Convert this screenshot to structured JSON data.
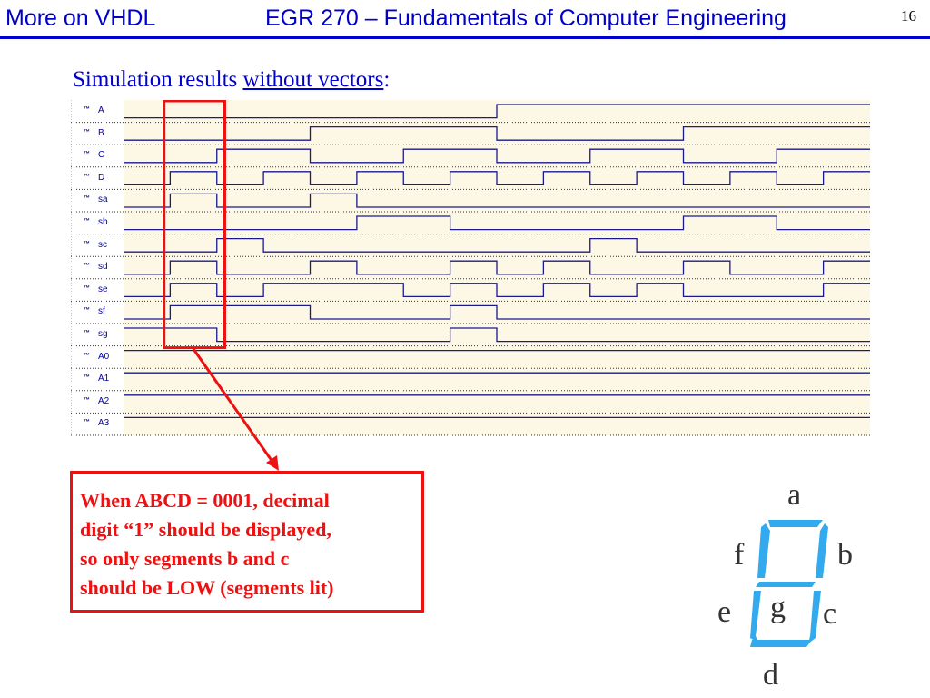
{
  "header": {
    "left_title": "More on VHDL",
    "center_title": "EGR 270 – Fundamentals of Computer Engineering",
    "page_number": "16"
  },
  "subtitle": {
    "prefix": "Simulation results ",
    "underlined": "without vectors",
    "suffix": ":"
  },
  "waveform": {
    "icon_glyph": "™",
    "signals": [
      {
        "name": "A",
        "bits": [
          0,
          0,
          0,
          0,
          0,
          0,
          0,
          0,
          1,
          1,
          1,
          1,
          1,
          1,
          1,
          1
        ]
      },
      {
        "name": "B",
        "bits": [
          0,
          0,
          0,
          0,
          1,
          1,
          1,
          1,
          0,
          0,
          0,
          0,
          1,
          1,
          1,
          1
        ]
      },
      {
        "name": "C",
        "bits": [
          0,
          0,
          1,
          1,
          0,
          0,
          1,
          1,
          0,
          0,
          1,
          1,
          0,
          0,
          1,
          1
        ]
      },
      {
        "name": "D",
        "bits": [
          0,
          1,
          0,
          1,
          0,
          1,
          0,
          1,
          0,
          1,
          0,
          1,
          0,
          1,
          0,
          1
        ]
      },
      {
        "name": "sa",
        "bits": [
          0,
          1,
          0,
          0,
          1,
          0,
          0,
          0,
          0,
          0,
          0,
          0,
          0,
          0,
          0,
          0
        ]
      },
      {
        "name": "sb",
        "bits": [
          0,
          0,
          0,
          0,
          0,
          1,
          1,
          0,
          0,
          0,
          0,
          0,
          1,
          1,
          0,
          0
        ]
      },
      {
        "name": "sc",
        "bits": [
          0,
          0,
          1,
          0,
          0,
          0,
          0,
          0,
          0,
          0,
          1,
          0,
          0,
          0,
          0,
          0
        ]
      },
      {
        "name": "sd",
        "bits": [
          0,
          1,
          0,
          0,
          1,
          0,
          0,
          1,
          0,
          1,
          0,
          0,
          1,
          0,
          0,
          1
        ]
      },
      {
        "name": "se",
        "bits": [
          0,
          1,
          0,
          1,
          1,
          1,
          0,
          1,
          0,
          1,
          0,
          1,
          0,
          0,
          0,
          1
        ]
      },
      {
        "name": "sf",
        "bits": [
          0,
          1,
          1,
          1,
          0,
          0,
          0,
          1,
          0,
          0,
          0,
          0,
          0,
          0,
          0,
          0
        ]
      },
      {
        "name": "sg",
        "bits": [
          1,
          1,
          0,
          0,
          0,
          0,
          0,
          1,
          0,
          0,
          0,
          0,
          0,
          0,
          0,
          0
        ]
      },
      {
        "name": "A0",
        "bits": [
          1,
          1,
          1,
          1,
          1,
          1,
          1,
          1,
          1,
          1,
          1,
          1,
          1,
          1,
          1,
          1
        ]
      },
      {
        "name": "A1",
        "bits": [
          1,
          1,
          1,
          1,
          1,
          1,
          1,
          1,
          1,
          1,
          1,
          1,
          1,
          1,
          1,
          1
        ]
      },
      {
        "name": "A2",
        "bits": [
          1,
          1,
          1,
          1,
          1,
          1,
          1,
          1,
          1,
          1,
          1,
          1,
          1,
          1,
          1,
          1
        ]
      },
      {
        "name": "A3",
        "bits": [
          1,
          1,
          1,
          1,
          1,
          1,
          1,
          1,
          1,
          1,
          1,
          1,
          1,
          1,
          1,
          1
        ]
      }
    ],
    "colors": {
      "trace": "#1a1a8c",
      "background": "#fdf7e6",
      "grid": "#333333",
      "highlight": "#ee1111"
    }
  },
  "callout": {
    "lines": [
      "When ABCD = 0001, decimal",
      "digit “1” should be displayed,",
      "so only segments b and c",
      "should be LOW (segments lit)"
    ]
  },
  "seven_segment": {
    "segment_color": "#33aaee",
    "labels": {
      "a": "a",
      "b": "b",
      "c": "c",
      "d": "d",
      "e": "e",
      "f": "f",
      "g": "g"
    }
  }
}
